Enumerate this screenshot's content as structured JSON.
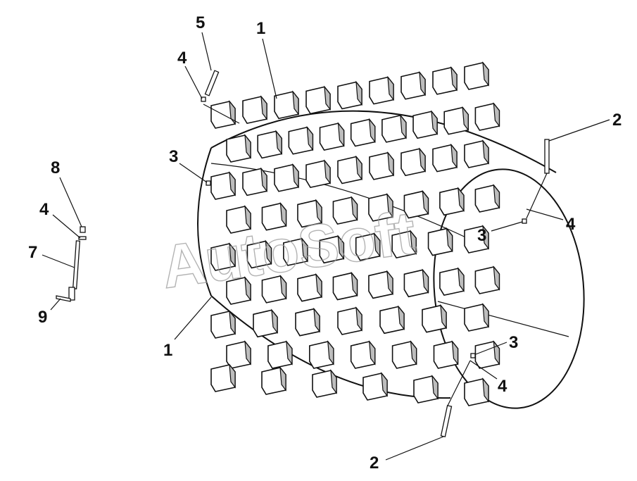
{
  "watermark": "AutoSoft",
  "callouts": [
    {
      "id": "c1a",
      "text": "1"
    },
    {
      "id": "c1b",
      "text": "1"
    },
    {
      "id": "c2a",
      "text": "2"
    },
    {
      "id": "c2b",
      "text": "2"
    },
    {
      "id": "c3a",
      "text": "3"
    },
    {
      "id": "c3b",
      "text": "3"
    },
    {
      "id": "c3c",
      "text": "3"
    },
    {
      "id": "c4a",
      "text": "4"
    },
    {
      "id": "c4b",
      "text": "4"
    },
    {
      "id": "c4c",
      "text": "4"
    },
    {
      "id": "c4d",
      "text": "4"
    },
    {
      "id": "c5",
      "text": "5"
    },
    {
      "id": "c7",
      "text": "7"
    },
    {
      "id": "c8",
      "text": "8"
    },
    {
      "id": "c9",
      "text": "9"
    }
  ]
}
